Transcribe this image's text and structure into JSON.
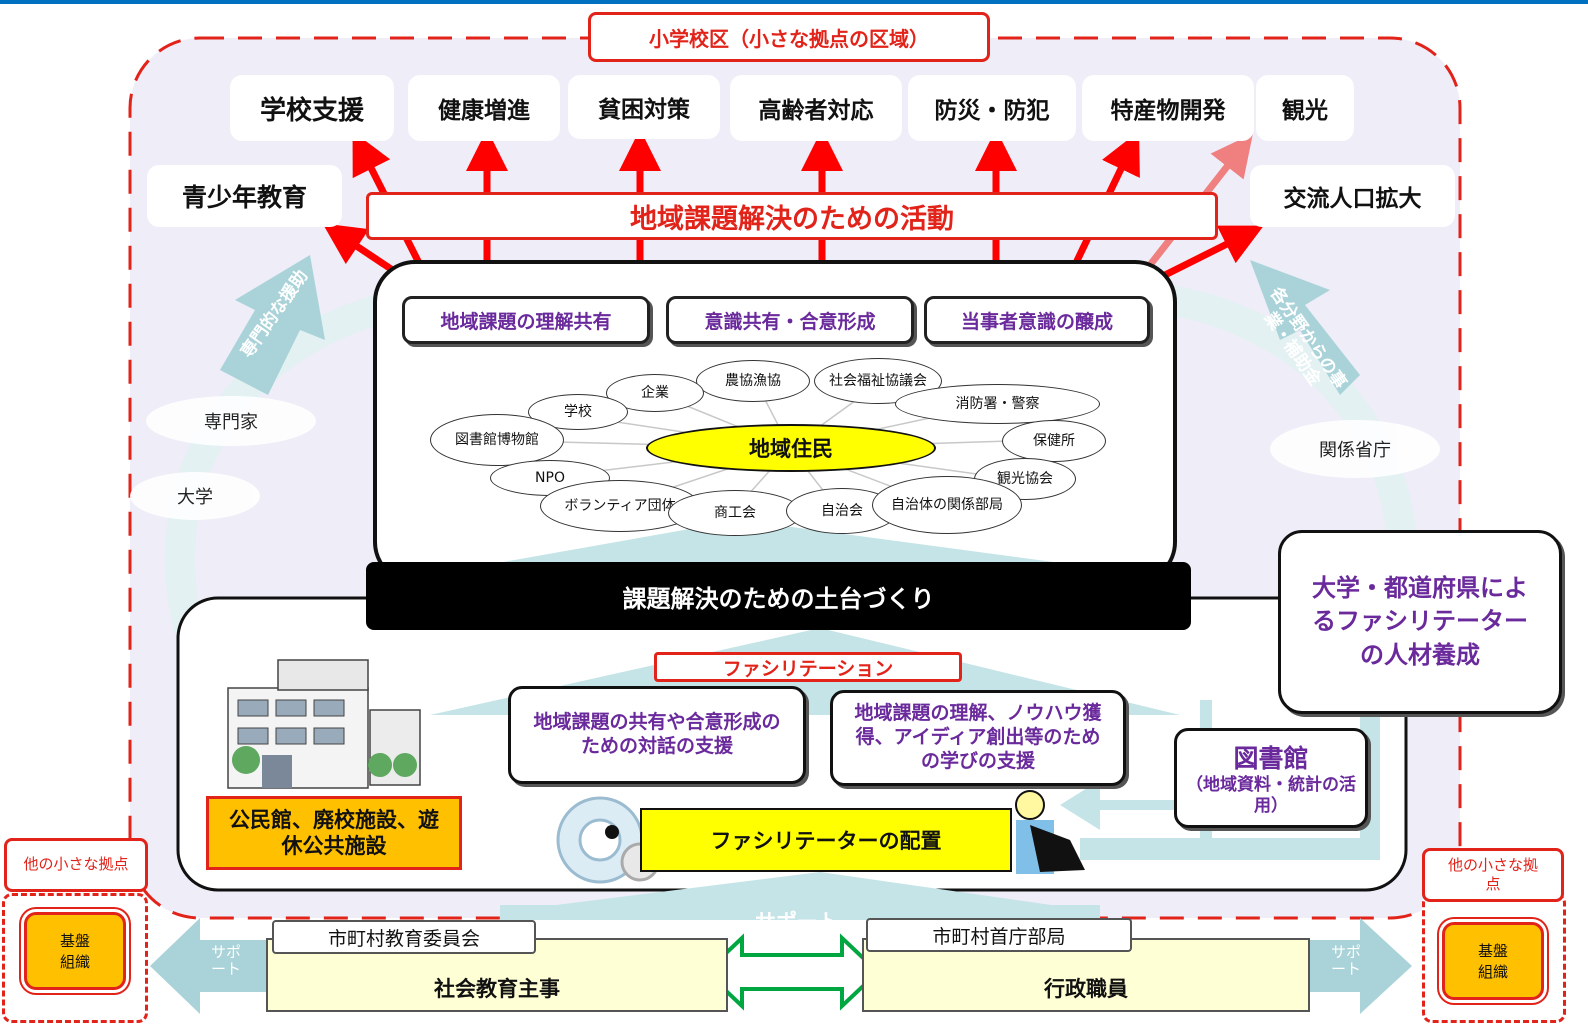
{
  "title": "小学校区（小さな拠点の区域）",
  "outcomes": [
    "学校支援",
    "健康増進",
    "貧困対策",
    "高齢者対応",
    "防災・防犯",
    "特産物開発",
    "観光"
  ],
  "outcome_left": "青少年教育",
  "outcome_right": "交流人口拡大",
  "activity": "地域課題解決のための活動",
  "process_boxes": [
    "地域課題の理解共有",
    "意識共有・合意形成",
    "当事者意識の醸成"
  ],
  "center": "地域住民",
  "stakeholders": [
    "農協漁協",
    "社会福祉協議会",
    "企業",
    "学校",
    "消防署・警察",
    "図書館博物館",
    "保健所",
    "観光協会",
    "NPO",
    "ボランティア団体",
    "商工会",
    "自治会",
    "自治体の関係部局"
  ],
  "foundation": "課題解決のための土台づくり",
  "left_arrow_text": "専門的な援助",
  "right_arrow_text": "各分野からの事業・補助金",
  "clouds": {
    "expert": "専門家",
    "university": "大学",
    "ministry": "関係省庁"
  },
  "training": "大学・都道府県によるファシリテーターの人材養成",
  "facilitation": "ファシリテーション",
  "support_left": "地域課題の共有や合意形成のための対話の支援",
  "support_right": "地域課題の理解、ノウハウ獲得、アイディア創出等のための学びの支援",
  "library": {
    "title": "図書館",
    "sub": "（地域資料・統計の活用）"
  },
  "facilities": "公民館、廃校施設、遊休公共施設",
  "placement": "ファシリテーターの配置",
  "support_label": "サポート",
  "support_side": "サポート",
  "edu_board": "市町村教育委員会",
  "edu_staff": "社会教育主事",
  "mayor_office": "市町村首庁部局",
  "admin_staff": "行政職員",
  "other_base": {
    "label": "他の小さな拠点",
    "box": "基盤組織"
  },
  "colors": {
    "red": "#e2231a",
    "purple": "#6a2a9c",
    "teal": "#a9d3d8",
    "lavender": "#eeedf8",
    "yellow": "#ffff00"
  }
}
